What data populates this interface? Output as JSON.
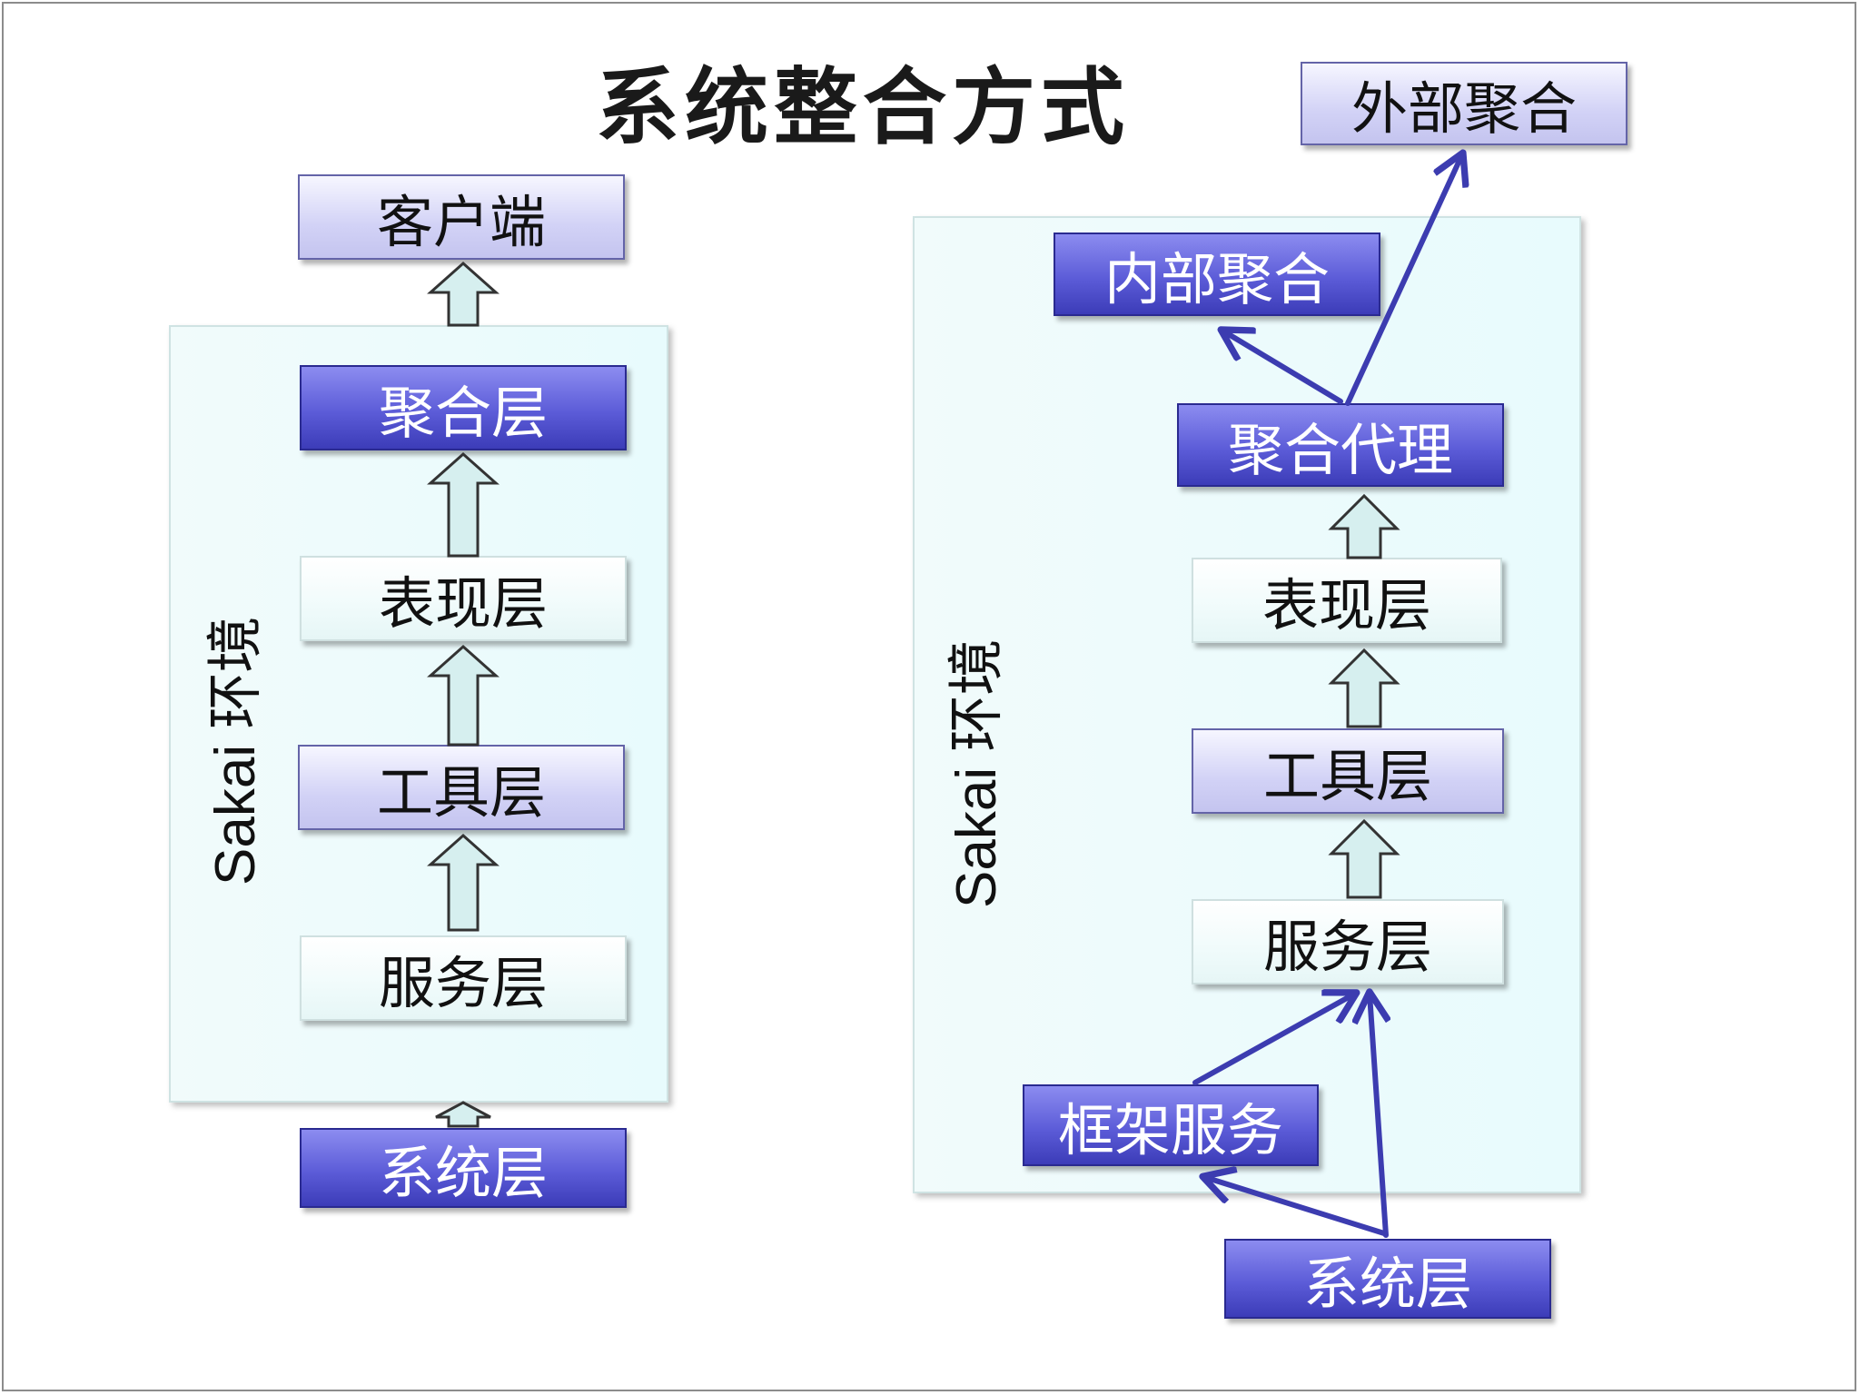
{
  "title": "系统整合方式",
  "left": {
    "env_label": "Sakai 环境",
    "client": "客户端",
    "aggregation_layer": "聚合层",
    "presentation_layer": "表现层",
    "tool_layer": "工具层",
    "service_layer": "服务层",
    "system_layer": "系统层"
  },
  "right": {
    "env_label": "Sakai 环境",
    "external_aggregation": "外部聚合",
    "internal_aggregation": "内部聚合",
    "aggregation_proxy": "聚合代理",
    "presentation_layer": "表现层",
    "tool_layer": "工具层",
    "service_layer": "服务层",
    "framework_services": "框架服务",
    "system_layer": "系统层"
  },
  "colors": {
    "dark_purple": "#4b4bc8",
    "light_purple": "#d2d2f6",
    "light_cyan": "#e8fbfd",
    "arrow_line": "#3c3cb0"
  }
}
